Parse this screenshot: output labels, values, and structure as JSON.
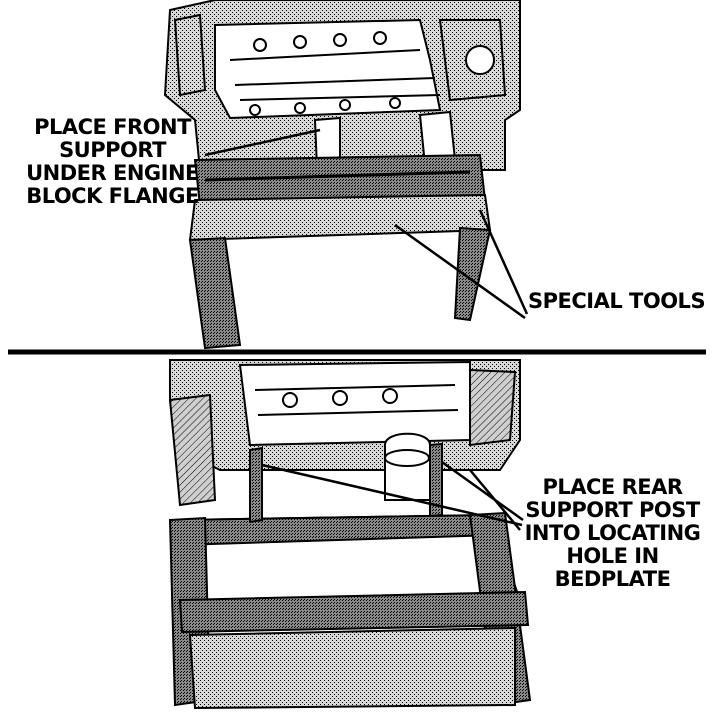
{
  "figure": {
    "top_panel": {
      "front_support_callout": [
        "PLACE FRONT",
        "SUPPORT",
        "UNDER ENGINE",
        "BLOCK FLANGE"
      ],
      "special_tools_callout": "SPECIAL TOOLS"
    },
    "bottom_panel": {
      "rear_support_callout": [
        "PLACE REAR",
        "SUPPORT POST",
        "INTO LOCATING",
        "HOLE IN",
        "BEDPLATE"
      ]
    }
  }
}
